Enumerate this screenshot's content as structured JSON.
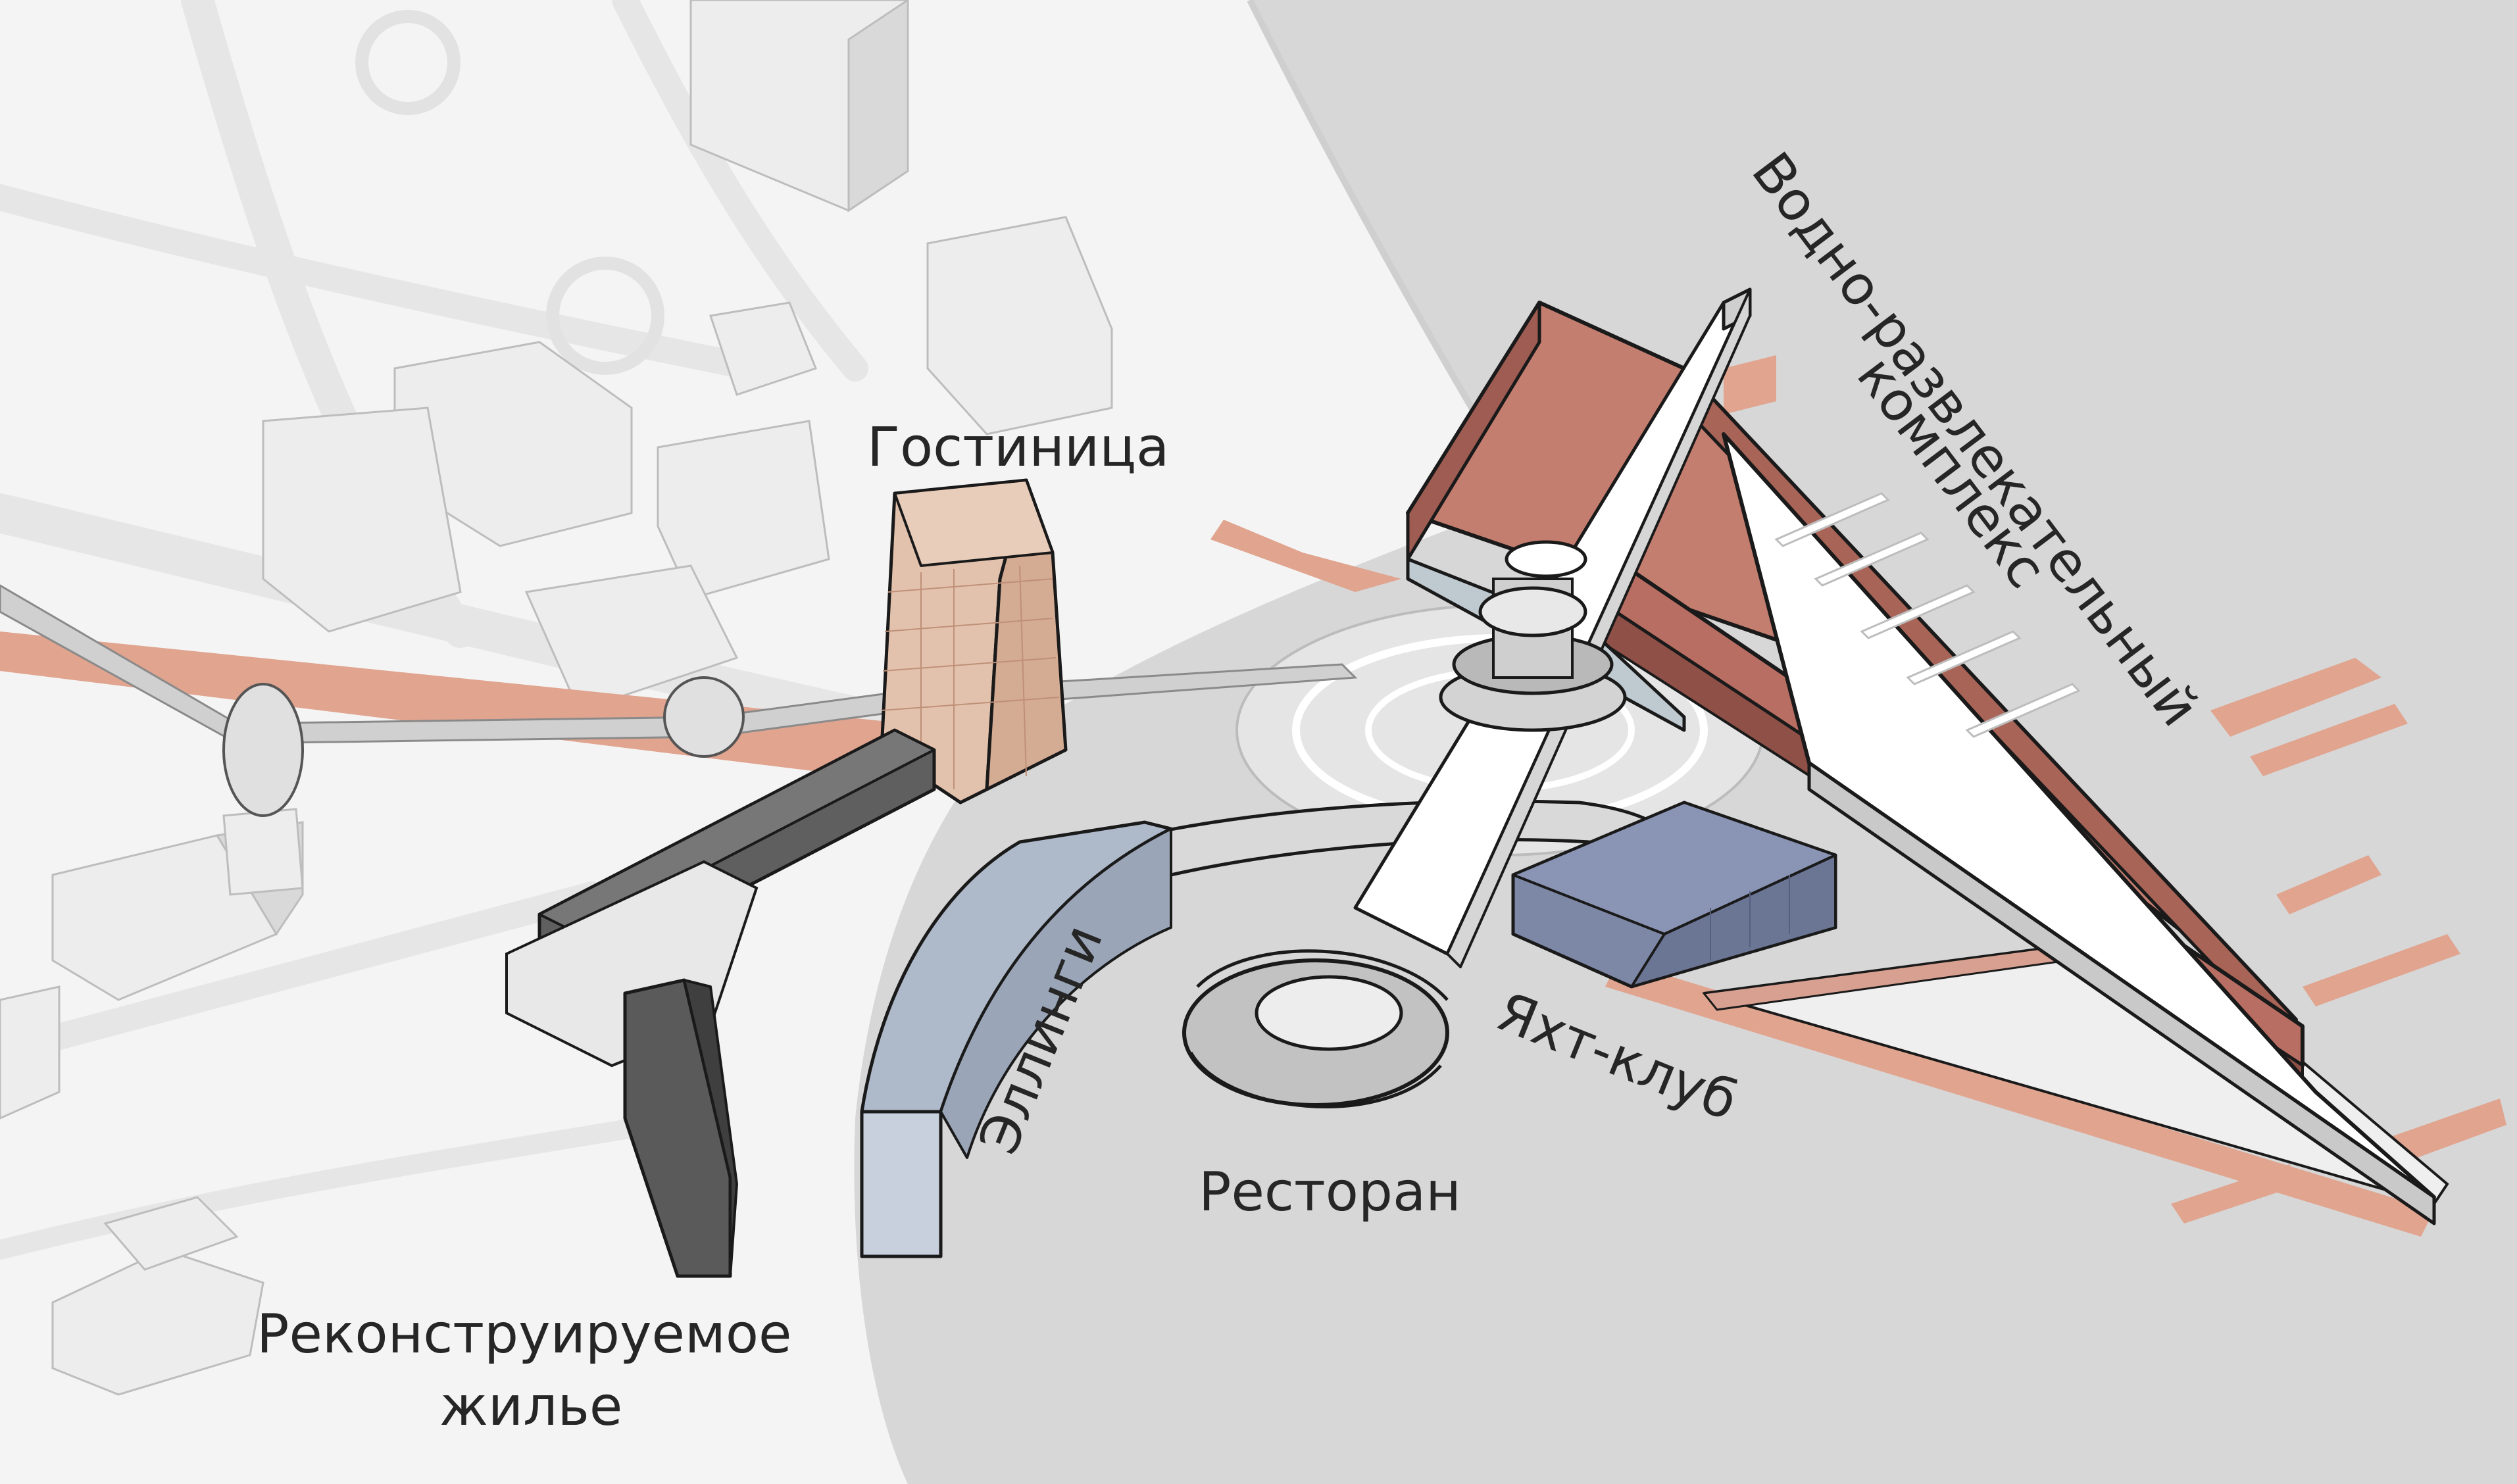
{
  "labels": {
    "hotel": "Гостиница",
    "water_complex_line1": "Водно-развлекательный",
    "water_complex_line2": "комплекс",
    "boathouses": "Эллинги",
    "restaurant": "Ресторан",
    "yacht_club": "Яхт-клуб",
    "housing_line1": "Реконструируемое",
    "housing_line2": "жилье"
  },
  "colors": {
    "water": "#d7d7d7",
    "land": "#f4f4f4",
    "paths": "#e0a48f",
    "water_complex": "#c47e70",
    "hotel": "#e3c2ad",
    "yacht_club": "#7d87a6",
    "boathouses": "#aeb9c9",
    "dark_blocks": "#5f5f5f",
    "context_buildings": "#ececec"
  }
}
